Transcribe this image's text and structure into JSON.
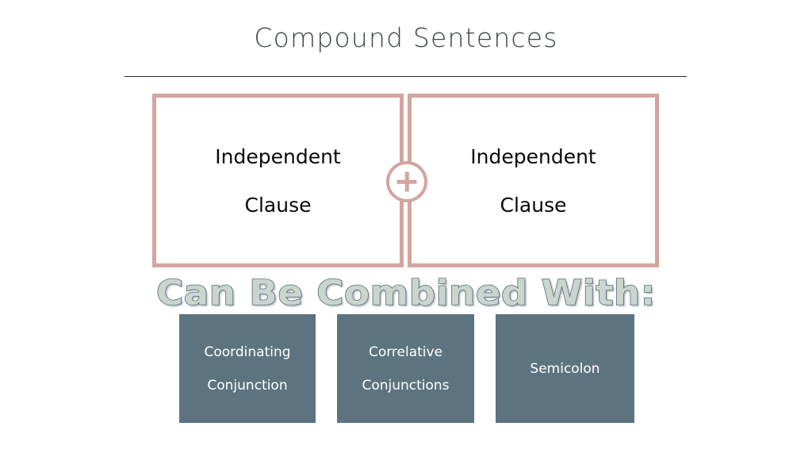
{
  "slide": {
    "title": "Compound Sentences",
    "background_color": "#ffffff",
    "rule_color": "#2b2b2b"
  },
  "diagram": {
    "clause_border_color": "#d3a59f",
    "clause_boxes": [
      {
        "line1": "Independent",
        "line2": "Clause"
      },
      {
        "line1": "Independent",
        "line2": "Clause"
      }
    ],
    "connector": {
      "icon": "plus-icon",
      "symbol": "+",
      "color": "#d3a59f"
    }
  },
  "combine_heading": {
    "text": "Can Be Combined With:",
    "fill_color": "#c9d5cd",
    "outline_color": "#5d6f7d"
  },
  "options": {
    "box_color": "#5d7480",
    "text_color": "#ffffff",
    "items": [
      {
        "line1": "Coordinating",
        "line2": "Conjunction"
      },
      {
        "line1": "Correlative",
        "line2": "Conjunctions"
      },
      {
        "line1": "Semicolon",
        "line2": ""
      }
    ]
  }
}
